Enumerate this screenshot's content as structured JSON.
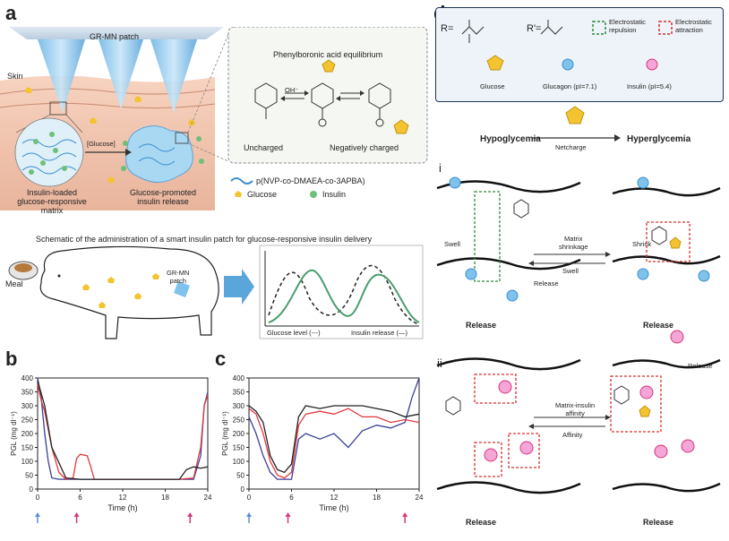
{
  "panels": {
    "a": "a",
    "b": "b",
    "c": "c",
    "d": "d"
  },
  "panel_a": {
    "patch_label": "GR-MN patch",
    "skin_label": "Skin",
    "glucose_arrow_label": "[Glucose]",
    "matrix_label_1": "Insulin-loaded",
    "matrix_label_2": "glucose-responsive matrix",
    "release_label_1": "Glucose-promoted",
    "release_label_2": "insulin release",
    "equilibrium_title": "Phenylboronic acid equilibrium",
    "uncharged": "Uncharged",
    "negatively_charged": "Negatively charged",
    "oh_minus": "OH⁻",
    "polymer_label": "p(NVP-co-DMAEA-co-3APBA)",
    "glucose_legend": "Glucose",
    "insulin_legend": "Insulin",
    "schematic_title": "Schematic of the administration of a smart insulin patch for glucose-responsive insulin delivery",
    "meal_label": "Meal",
    "pig_patch_label_1": "GR-MN",
    "pig_patch_label_2": "patch",
    "glucose_level_label": "Glucose level (---)",
    "insulin_release_label": "Insulin release (—)"
  },
  "panel_d": {
    "r_def": "R=",
    "r_prime_def": "R'=",
    "electrostatic_repulsion_1": "Electrostatic",
    "electrostatic_repulsion_2": "repulsion",
    "electrostatic_attraction_1": "Electrostatic",
    "electrostatic_attraction_2": "attraction",
    "glucose": "Glucose",
    "glucagon": "Glucagon (pI=7.1)",
    "insulin": "Insulin (pI=5.4)",
    "hypoglycemia": "Hypoglycemia",
    "hyperglycemia": "Hyperglycemia",
    "netcharge": "Netcharge",
    "row_i": "i",
    "row_ii": "ii",
    "swell": "Swell",
    "shrink": "Shrink",
    "matrix_shrinkage_1": "Matrix",
    "matrix_shrinkage_2": "shrinkage",
    "swell_back": "Swell",
    "release": "Release",
    "release_up": "Release",
    "release_down": "Release",
    "affinity_1": "Matrix-insulin",
    "affinity_2": "affinity",
    "affinity_back": "Affinity",
    "release_down_ii": "Release",
    "release_up_ii": "Release",
    "release_ii": "Release"
  },
  "chart_data": [
    {
      "type": "line",
      "panel": "b",
      "ylabel": "PGL (mg dl⁻¹)",
      "xlabel": "Time (h)",
      "xlim": [
        0,
        24
      ],
      "ylim": [
        0,
        400
      ],
      "xticks": [
        0,
        6,
        12,
        18,
        24
      ],
      "yticks": [
        0,
        50,
        100,
        150,
        200,
        250,
        300,
        350,
        400
      ],
      "series": [
        {
          "color": "#3a3f9a",
          "x": [
            0,
            0.5,
            1,
            1.5,
            2,
            3,
            4,
            6,
            8,
            10,
            12,
            14,
            16,
            18,
            20,
            21,
            22,
            23,
            23.5,
            24
          ],
          "y": [
            400,
            330,
            200,
            100,
            40,
            35,
            35,
            35,
            35,
            35,
            35,
            35,
            35,
            35,
            35,
            35,
            35,
            120,
            300,
            350
          ]
        },
        {
          "color": "#e0393e",
          "x": [
            0,
            0.5,
            1,
            2,
            3,
            4,
            5,
            5.5,
            6,
            7,
            7.5,
            8,
            9,
            12,
            16,
            20,
            22,
            23,
            23.5,
            24
          ],
          "y": [
            380,
            320,
            280,
            150,
            60,
            35,
            40,
            110,
            125,
            120,
            80,
            35,
            35,
            35,
            35,
            35,
            40,
            150,
            300,
            340
          ]
        },
        {
          "color": "#222222",
          "x": [
            0,
            1,
            2,
            4,
            6,
            12,
            18,
            20,
            21,
            22,
            23,
            24
          ],
          "y": [
            390,
            300,
            150,
            40,
            35,
            35,
            35,
            35,
            70,
            80,
            75,
            80
          ]
        }
      ],
      "arrows": [
        {
          "x": 0,
          "color": "#5b8fd6"
        },
        {
          "x": 5.5,
          "color": "#d8347d"
        },
        {
          "x": 21.5,
          "color": "#d8347d"
        }
      ]
    },
    {
      "type": "line",
      "panel": "c",
      "ylabel": "PGL (mg dl⁻¹)",
      "xlabel": "Time (h)",
      "xlim": [
        0,
        24
      ],
      "ylim": [
        0,
        400
      ],
      "xticks": [
        0,
        6,
        12,
        18,
        24
      ],
      "yticks": [
        0,
        50,
        100,
        150,
        200,
        250,
        300,
        350,
        400
      ],
      "series": [
        {
          "color": "#3a3f9a",
          "x": [
            0,
            1,
            2,
            3,
            4,
            5,
            6,
            7,
            8,
            10,
            12,
            14,
            16,
            18,
            20,
            22,
            23,
            24
          ],
          "y": [
            260,
            200,
            120,
            60,
            35,
            35,
            35,
            180,
            200,
            180,
            200,
            150,
            210,
            230,
            220,
            240,
            330,
            400
          ]
        },
        {
          "color": "#e0393e",
          "x": [
            0,
            1,
            2,
            3,
            4,
            5,
            6,
            7,
            8,
            10,
            12,
            14,
            16,
            18,
            20,
            22,
            24
          ],
          "y": [
            290,
            270,
            200,
            100,
            50,
            40,
            60,
            230,
            270,
            280,
            270,
            290,
            260,
            260,
            240,
            250,
            240
          ]
        },
        {
          "color": "#222222",
          "x": [
            0,
            1,
            2,
            3,
            4,
            5,
            6,
            7,
            8,
            10,
            12,
            14,
            16,
            18,
            20,
            22,
            24
          ],
          "y": [
            300,
            280,
            240,
            120,
            70,
            60,
            90,
            260,
            300,
            290,
            300,
            300,
            300,
            290,
            280,
            260,
            270
          ]
        }
      ],
      "arrows": [
        {
          "x": 0,
          "color": "#5b8fd6"
        },
        {
          "x": 5.5,
          "color": "#d8347d"
        },
        {
          "x": 22,
          "color": "#d8347d"
        }
      ]
    }
  ]
}
